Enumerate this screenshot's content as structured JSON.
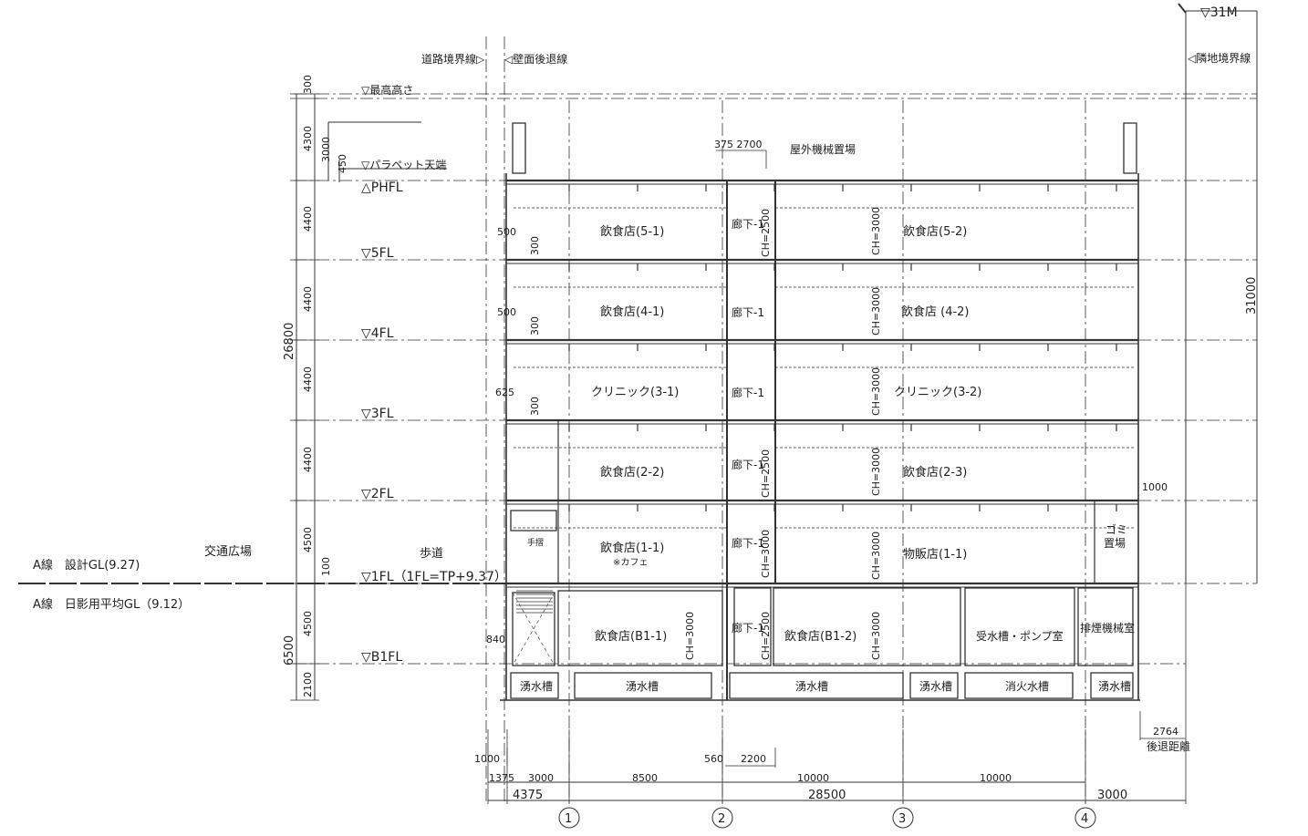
{
  "drawing": {
    "boundaries": {
      "road": "道路境界線▷",
      "setback": "◁壁面後退線",
      "neighbor": "◁隣地境界線",
      "height_limit": "▽31M"
    },
    "levels": {
      "max_height": "▽最高高さ",
      "parapet": "▽パラペット天端",
      "phfl": "△PHFL",
      "fl5": "▽5FL",
      "fl4": "▽4FL",
      "fl3": "▽3FL",
      "fl2": "▽2FL",
      "fl1": "▽1FL（1FL=TP+9.37）",
      "b1fl": "▽B1FL"
    },
    "site": {
      "plaza": "交通広場",
      "sidewalk": "歩道",
      "design_gl": "A線　設計GL(9.27)",
      "shadow_gl": "A線　日影用平均GL（9.12）",
      "handrail": "手摺",
      "outdoor_units": "屋外機械置場",
      "setback_distance": "後退距離"
    },
    "rooms": {
      "r5_1": "飲食店(5-1)",
      "r5_2": "飲食店(5-2)",
      "r4_1": "飲食店(4-1)",
      "r4_2": "飲食店 (4-2)",
      "r3_1": "クリニック(3-1)",
      "r3_2": "クリニック(3-2)",
      "r2_2": "飲食店(2-2)",
      "r2_3": "飲食店(2-3)",
      "r1_1": "飲食店(1-1)",
      "r1_1_note": "※カフェ",
      "r1_shop": "物販店(1-1)",
      "garbage1": "ゴミ",
      "garbage2": "置場",
      "rb1_1": "飲食店(B1-1)",
      "rb1_2": "飲食店(B1-2)",
      "pump": "受水槽・ポンプ室",
      "smoke": "排煙機械室",
      "corridor": "廊下-1",
      "spring_tank": "湧水槽",
      "fire_tank": "消火水槽",
      "ch3000": "CH=3000",
      "ch2500": "CH=2500"
    },
    "dims_left": [
      "300",
      "4300",
      "4400",
      "4400",
      "4400",
      "4400",
      "4500",
      "4500",
      "2100"
    ],
    "dims_misc": {
      "total": "26800",
      "basement": "6500",
      "parapet_h": "3000",
      "parapet_450": "450",
      "gl_100": "100",
      "right_total": "31000",
      "d500": "500",
      "d300": "300",
      "d625": "625",
      "d840": "840",
      "d375_2700": "375  2700",
      "d1000r": "1000",
      "d2764": "2764"
    },
    "dims_bottom": {
      "d1000": "1000",
      "d1375": "1375",
      "d3000a": "3000",
      "d8500": "8500",
      "d560": "560",
      "d2200": "2200",
      "d10000a": "10000",
      "d10000b": "10000",
      "d4375": "4375",
      "d28500": "28500",
      "d3000b": "3000"
    },
    "grid_axes": [
      "1",
      "2",
      "3",
      "4"
    ]
  }
}
